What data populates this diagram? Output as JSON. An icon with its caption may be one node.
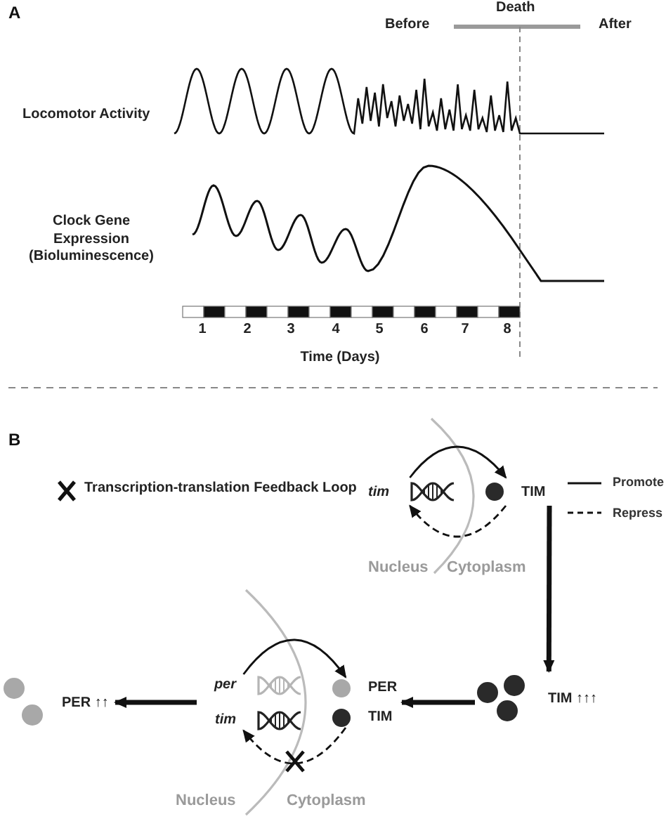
{
  "diagram": {
    "nodes": [
      {
        "text": [
          "tim"
        ]
      },
      {
        "text": [
          "TIM"
        ]
      },
      {
        "text": [
          "TIM ↑↑↑"
        ]
      },
      {
        "text": [
          "per",
          "tim"
        ]
      },
      {
        "text": [
          "PER",
          "TIM"
        ]
      },
      {
        "text": [
          "PER ↑↑"
        ]
      }
    ],
    "edges": [
      {
        "from": 0,
        "to": 1,
        "arrow": "to"
      },
      {
        "from": 1,
        "to": 0,
        "arrow": "to",
        "style": "dashed"
      },
      {
        "from": 1,
        "to": 2,
        "arrow": "to",
        "style": "thick"
      },
      {
        "from": 2,
        "to": 4,
        "arrow": "to",
        "style": "thick"
      },
      {
        "from": 3,
        "to": 4,
        "arrow": "to"
      },
      {
        "from": 4,
        "to": 3,
        "arrow": "to",
        "style": "dashed"
      },
      {
        "from": 3,
        "to": 5,
        "arrow": "to",
        "style": "thick"
      }
    ],
    "labels": [
      "A",
      "Death",
      "Before",
      "After",
      "Locomotor Activity",
      "Clock Gene Expression (Bioluminescence)",
      "1",
      "2",
      "3",
      "4",
      "5",
      "6",
      "7",
      "8",
      "Time (Days)",
      "B",
      "Transcription-translation Feedback Loop",
      "Nucleus",
      "Cytoplasm",
      "Nucleus",
      "Cytoplasm"
    ],
    "legend": [
      {
        "text": "Promote"
      },
      {
        "text": "Repress"
      }
    ]
  }
}
